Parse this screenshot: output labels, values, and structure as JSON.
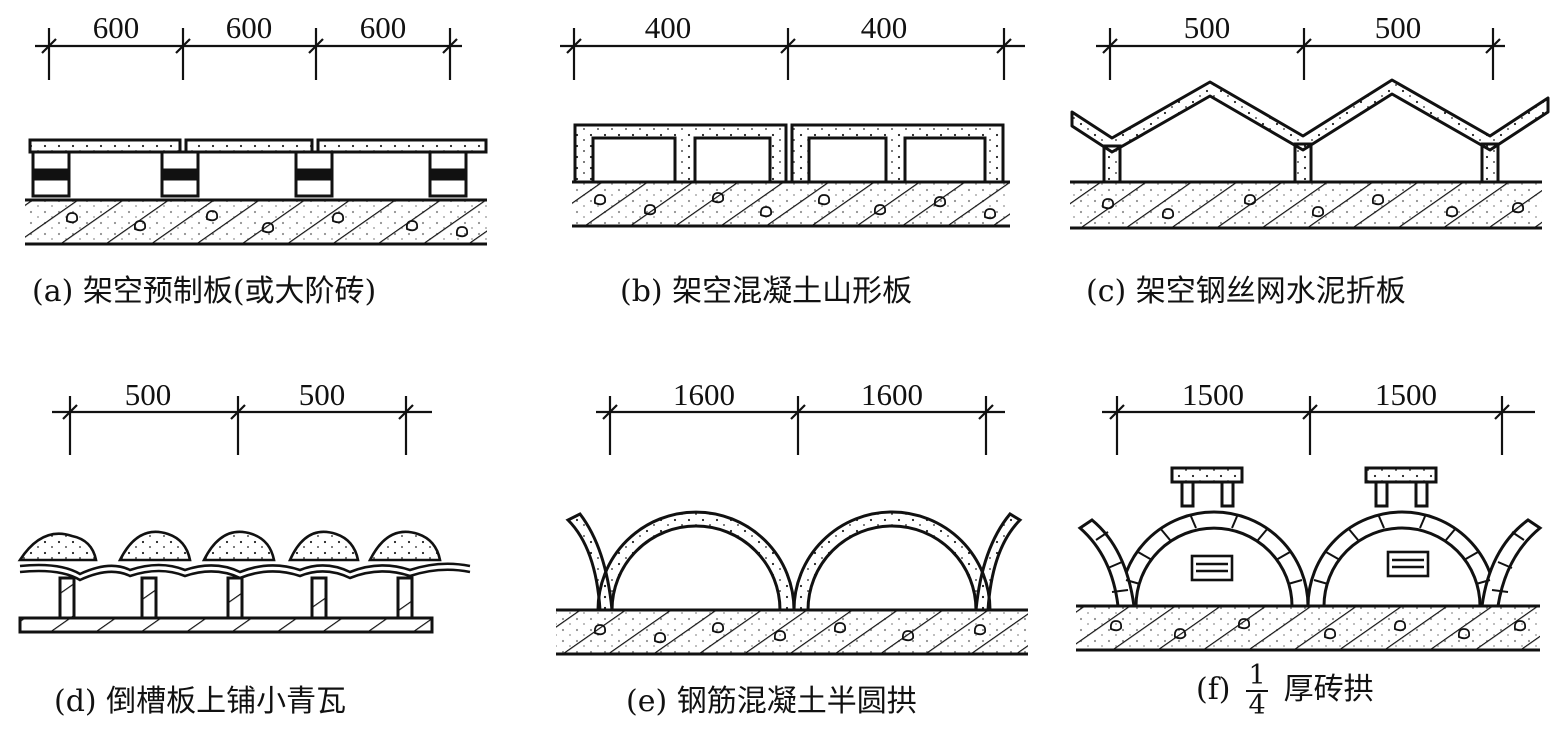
{
  "panels": {
    "a": {
      "dims": [
        "600",
        "600",
        "600"
      ],
      "caption": "(a) 架空预制板(或大阶砖)"
    },
    "b": {
      "dims": [
        "400",
        "400"
      ],
      "caption": "(b) 架空混凝土山形板"
    },
    "c": {
      "dims": [
        "500",
        "500"
      ],
      "caption": "(c) 架空钢丝网水泥折板"
    },
    "d": {
      "dims": [
        "500",
        "500"
      ],
      "caption": "(d) 倒槽板上铺小青瓦"
    },
    "e": {
      "dims": [
        "1600",
        "1600"
      ],
      "caption": "(e) 钢筋混凝土半圆拱"
    },
    "f": {
      "dims": [
        "1500",
        "1500"
      ],
      "caption_prefix": "(f)",
      "frac_num": "1",
      "frac_den": "4",
      "caption_suffix": "厚砖拱"
    }
  }
}
